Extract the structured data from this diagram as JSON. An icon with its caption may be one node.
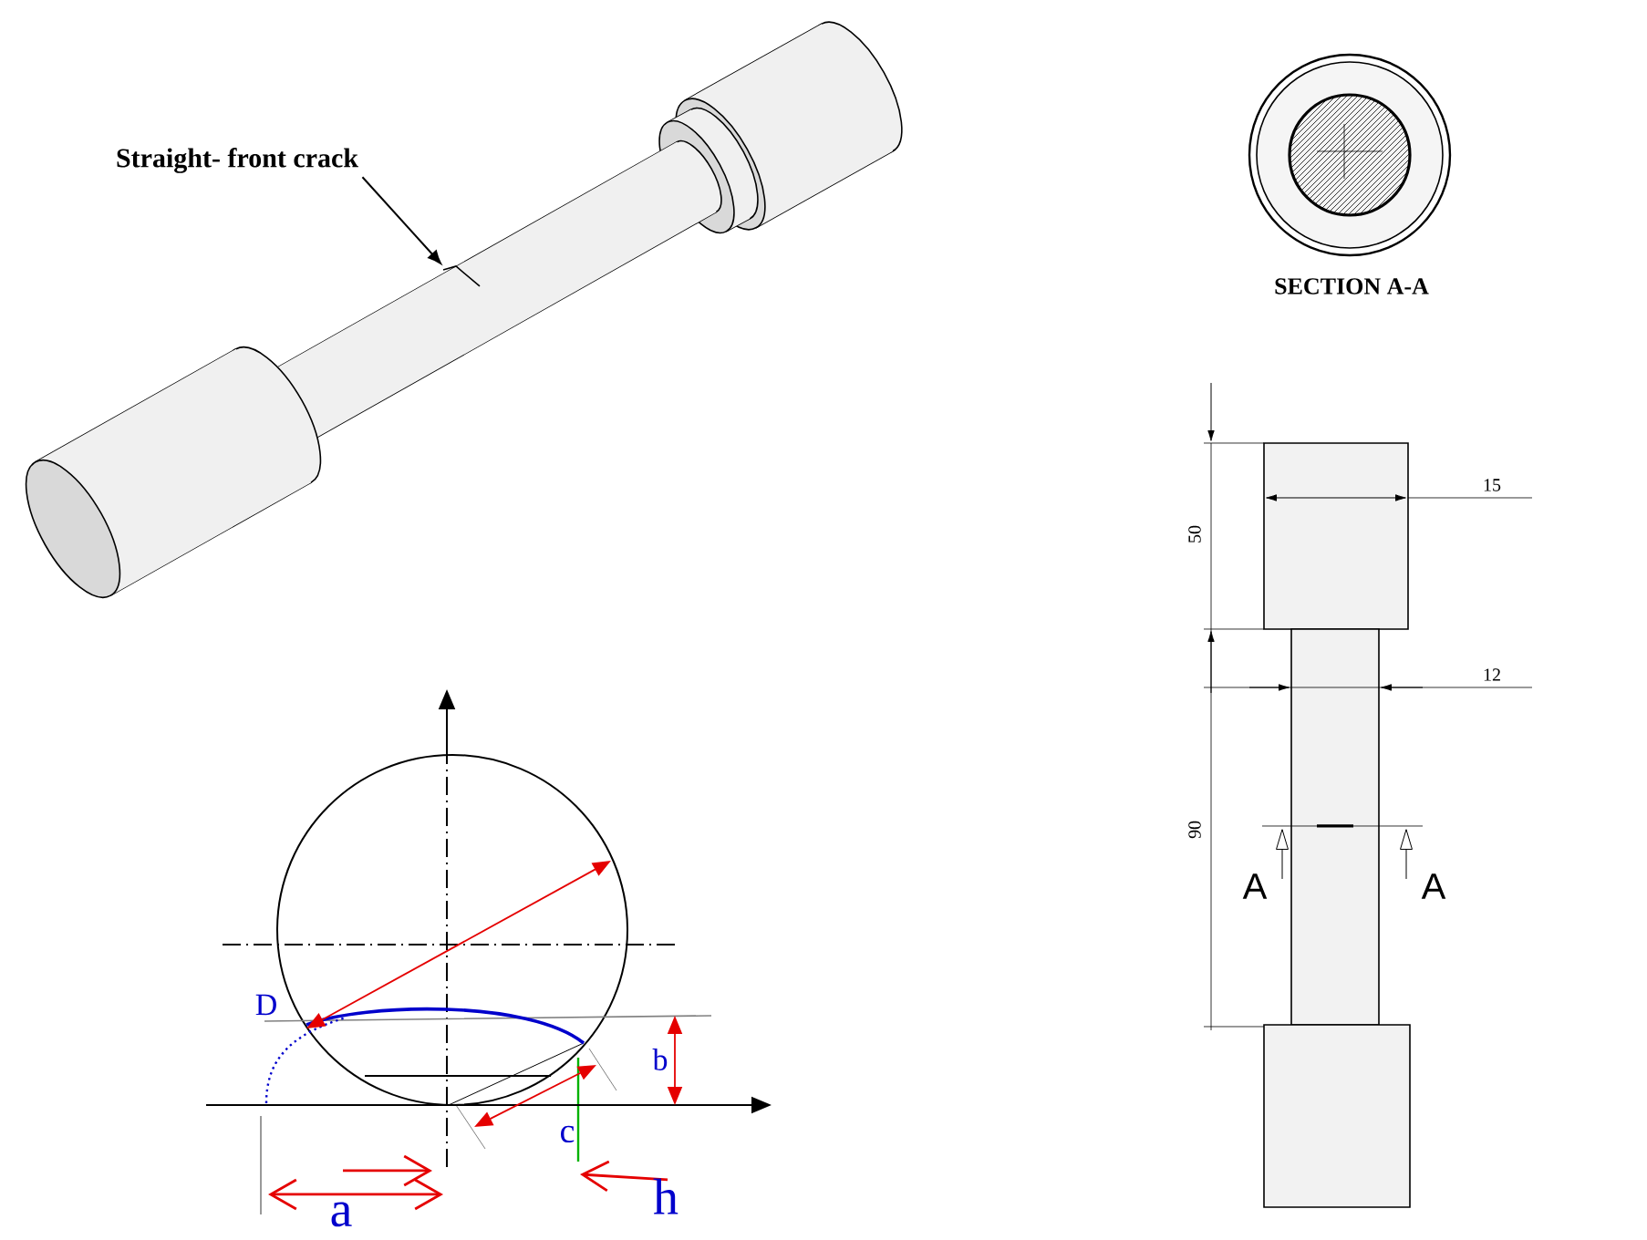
{
  "diagram": {
    "nodes": [
      {
        "text": [
          "Straight- front crack"
        ]
      },
      {
        "text": [],
        "shape": "picture"
      }
    ],
    "edges": [
      {
        "from": 0,
        "to": 1,
        "arrow": "to"
      }
    ],
    "labels": [
      "SECTION A-A",
      "50",
      "15",
      "12",
      "90",
      "A",
      "A",
      "D",
      "b",
      "c",
      "a",
      "h"
    ]
  }
}
